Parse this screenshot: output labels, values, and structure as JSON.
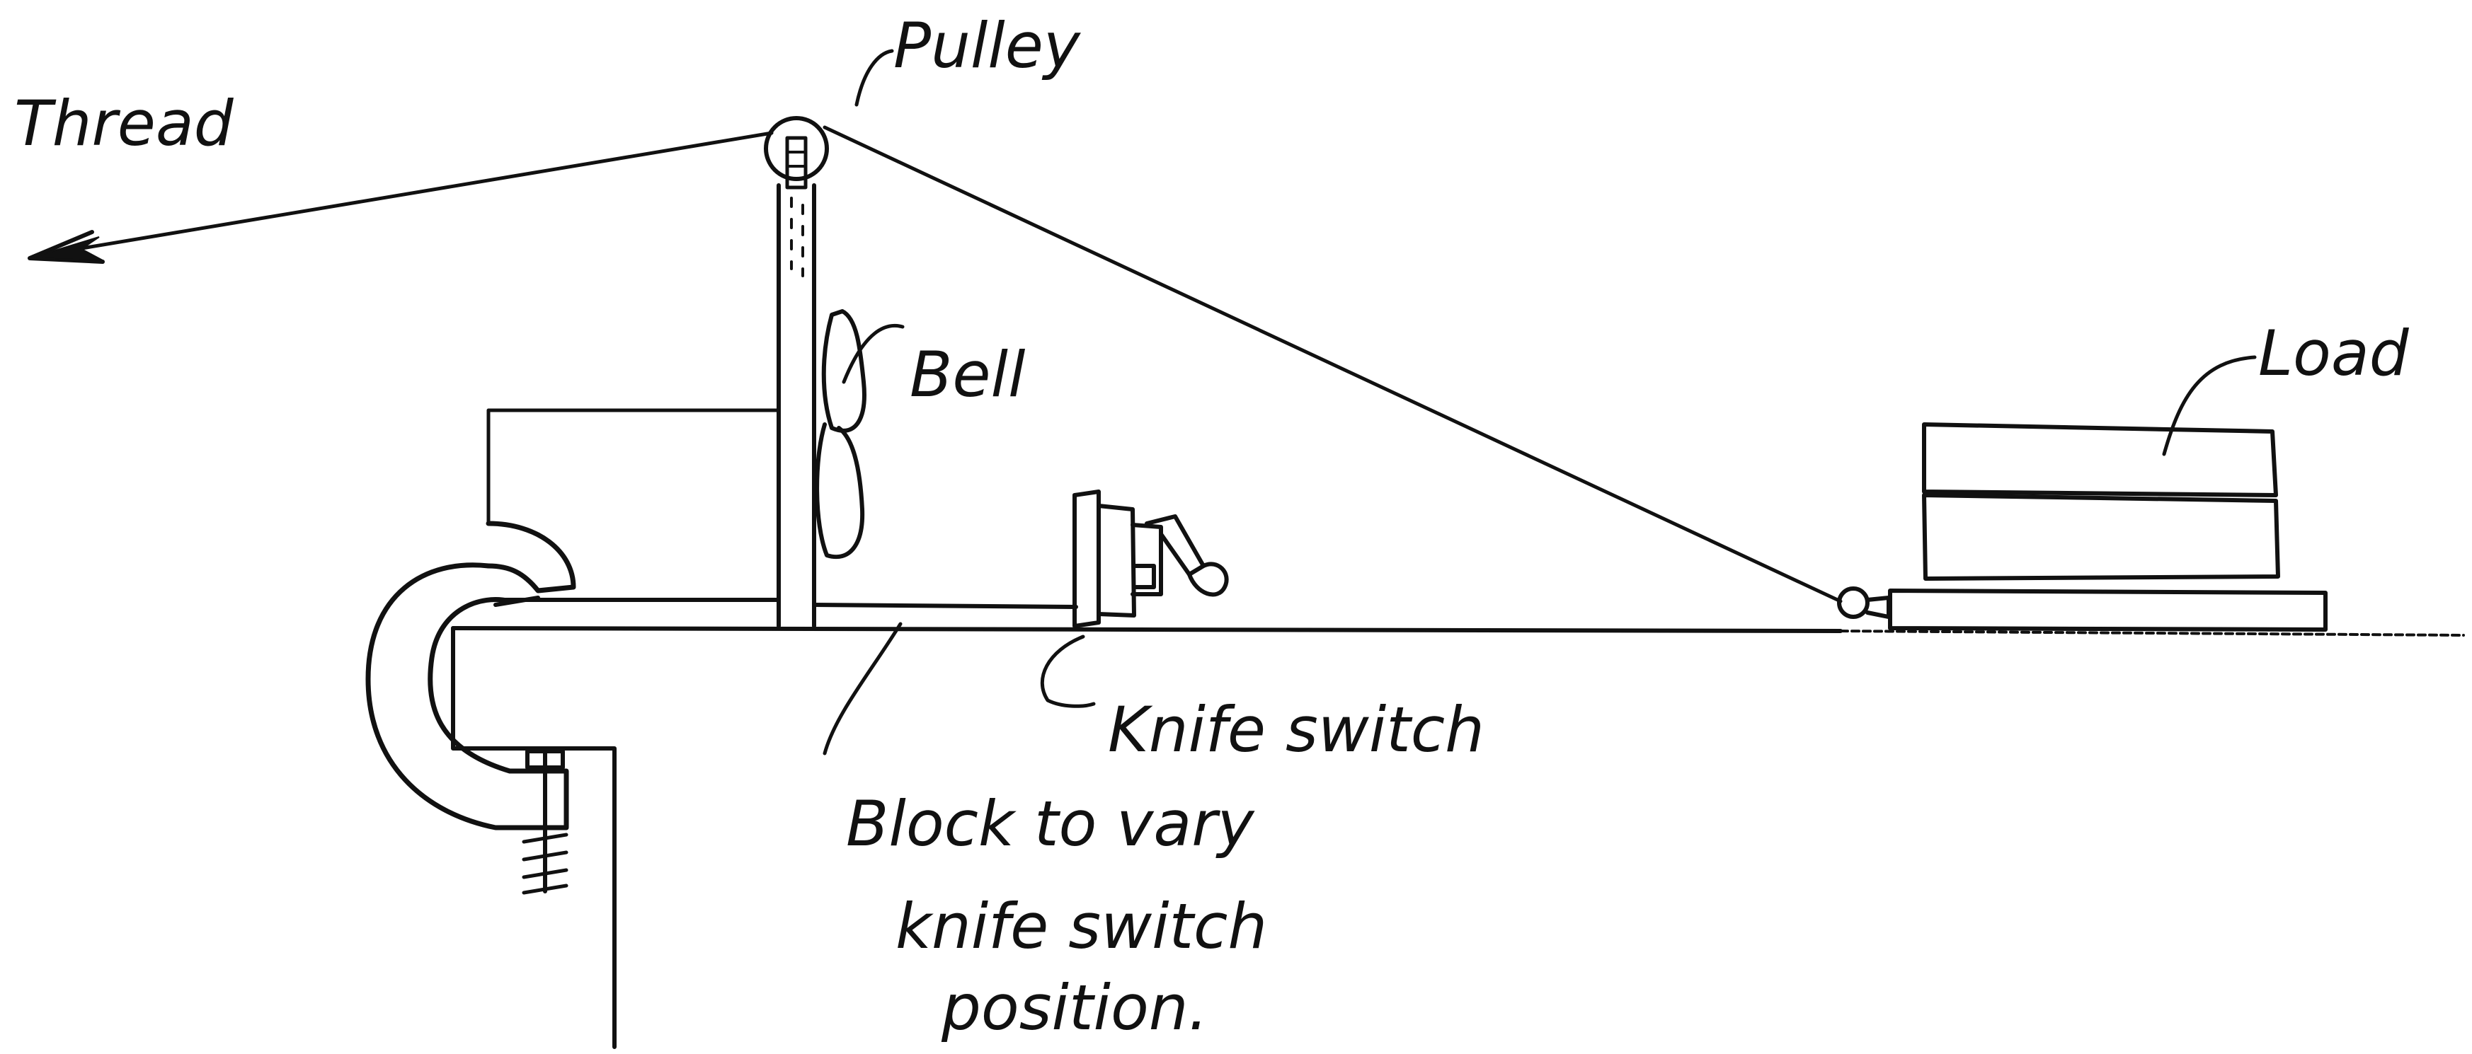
{
  "labels": {
    "thread": "Thread",
    "pulley": "Pulley",
    "bell": "Bell",
    "load": "Load",
    "knife_switch": "Knife switch",
    "block_line1": "Block to vary",
    "block_line2": "knife switch",
    "block_line3": "position."
  },
  "colors": {
    "ink": "#111111",
    "paper": "#ffffff"
  }
}
